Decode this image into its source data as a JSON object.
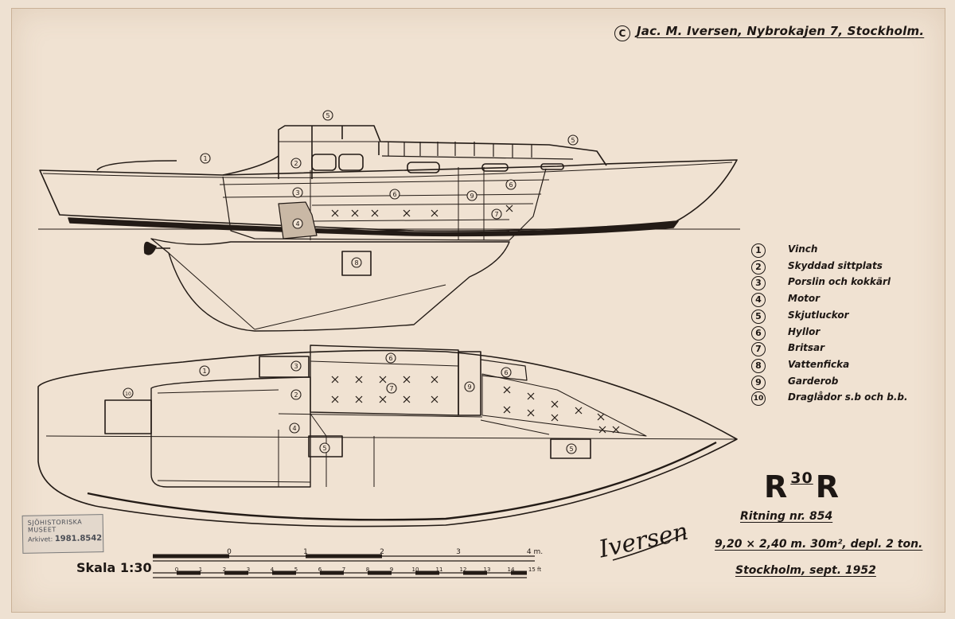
{
  "copyright": {
    "symbol": "C",
    "text": "Jac. M. Iversen, Nybrokajen 7, Stockholm."
  },
  "legend": [
    {
      "num": "1",
      "label": "Vinch"
    },
    {
      "num": "2",
      "label": "Skyddad sittplats"
    },
    {
      "num": "3",
      "label": "Porslin och kokkärl"
    },
    {
      "num": "4",
      "label": "Motor"
    },
    {
      "num": "5",
      "label": "Skjutluckor"
    },
    {
      "num": "6",
      "label": "Hyllor"
    },
    {
      "num": "7",
      "label": "Britsar"
    },
    {
      "num": "8",
      "label": "Vattenficka"
    },
    {
      "num": "9",
      "label": "Garderob"
    },
    {
      "num": "10",
      "label": "Draglådor s.b och b.b."
    }
  ],
  "title": {
    "left": "R",
    "sup": "30",
    "right": "R"
  },
  "ritning": "Ritning nr. 854",
  "dimensions": "9,20 × 2,40 m. 30m², depl. 2 ton.",
  "place_date": "Stockholm, sept. 1952",
  "signature": "Iversen",
  "scale": {
    "label": "Skala 1:30",
    "metre_ticks": [
      "0",
      "1",
      "2",
      "3",
      "4 m."
    ],
    "feet_ticks": [
      "0",
      "1",
      "2",
      "3",
      "4",
      "5",
      "6",
      "7",
      "8",
      "9",
      "10",
      "11",
      "12",
      "13",
      "14",
      "15 ft"
    ]
  },
  "stamp": {
    "line1": "SJÖHISTORISKA MUSEET",
    "line2_prefix": "Arkivet:",
    "line2_value": "1981.8542"
  },
  "side_markers": [
    "1",
    "2",
    "3",
    "4",
    "5",
    "5",
    "6",
    "6",
    "7",
    "8",
    "9"
  ],
  "plan_markers": [
    "1",
    "2",
    "3",
    "4",
    "5",
    "5",
    "6",
    "6",
    "7",
    "9",
    "10"
  ]
}
